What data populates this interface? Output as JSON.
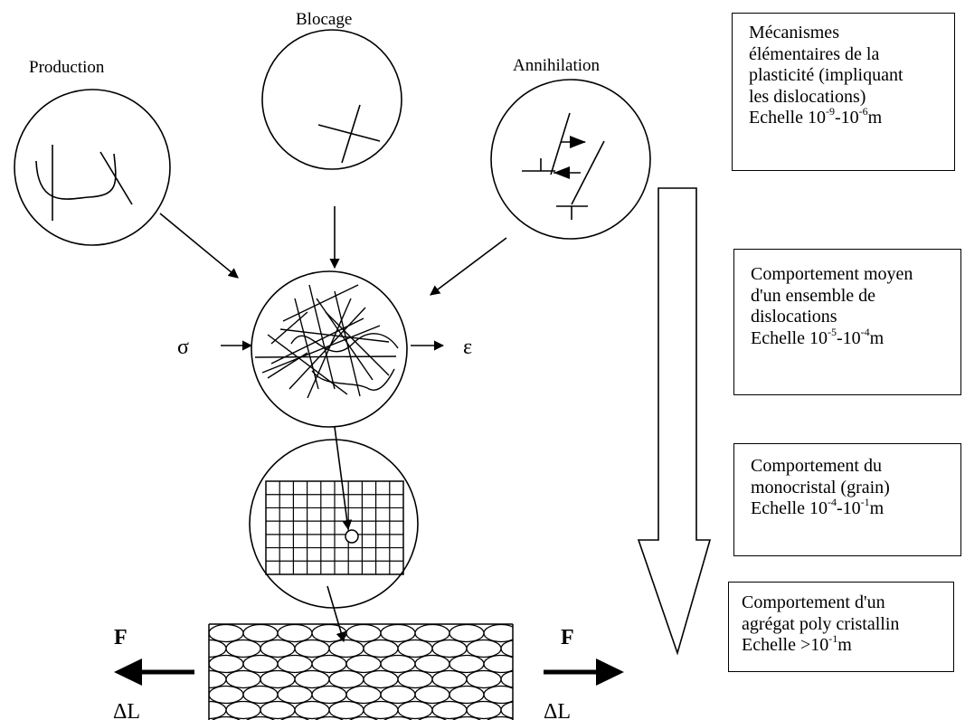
{
  "labels": {
    "production": "Production",
    "blocage": "Blocage",
    "annihilation": "Annihilation",
    "sigma": "σ",
    "epsilon": "ε",
    "force_left": "F",
    "force_right": "F",
    "delta_left": "ΔL",
    "delta_right": "ΔL"
  },
  "boxes": {
    "box1": {
      "line1": "Mécanismes",
      "line2": "élémentaires de la",
      "line3": "plasticité (impliquant",
      "line4": "les dislocations)",
      "scale_prefix": "Echelle 10",
      "exp_a": "-9",
      "scale_mid": "-10",
      "exp_b": "-6",
      "scale_suffix": "m"
    },
    "box2": {
      "line1": "Comportement moyen",
      "line2": "d'un ensemble de",
      "line3": "dislocations",
      "scale_prefix": "Echelle 10",
      "exp_a": "-5",
      "scale_mid": "-10",
      "exp_b": "-4",
      "scale_suffix": "m"
    },
    "box3": {
      "line1": "Comportement du",
      "line2": "monocristal (grain)",
      "scale_prefix": "Echelle 10",
      "exp_a": "-4",
      "scale_mid": "-10",
      "exp_b": "-1",
      "scale_suffix": "m"
    },
    "box4": {
      "line1": "Comportement d'un",
      "line2": "agrégat poly cristallin",
      "scale_prefix": "Echelle >10",
      "exp_a": "-1",
      "scale_suffix": "m"
    }
  }
}
